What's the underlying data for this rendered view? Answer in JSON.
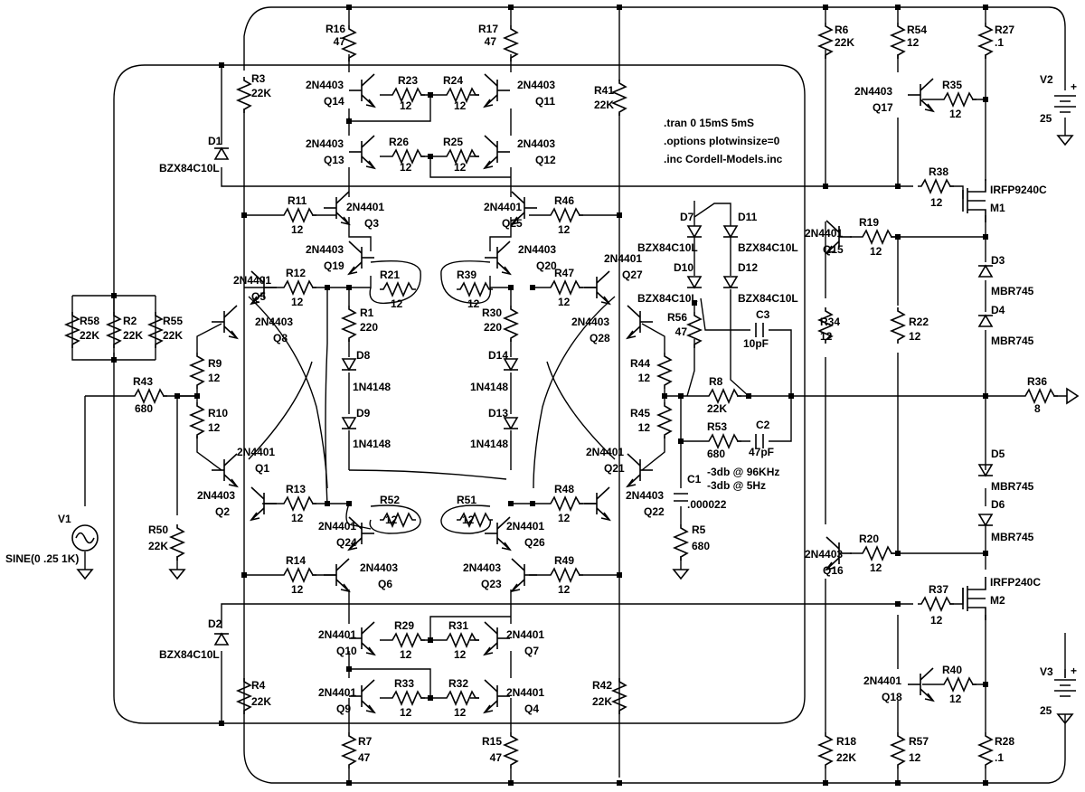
{
  "directives": [
    ".tran 0 15mS 5mS",
    ".options plotwinsize=0",
    ".inc Cordell-Models.inc"
  ],
  "notes": [
    "-3db @ 96KHz",
    "-3db @ 5Hz"
  ],
  "resistors": {
    "R16": [
      "R16",
      "47"
    ],
    "R17": [
      "R17",
      "47"
    ],
    "R3": [
      "R3",
      "22K"
    ],
    "R23": [
      "R23",
      "12"
    ],
    "R24": [
      "R24",
      "12"
    ],
    "R26": [
      "R26",
      "12"
    ],
    "R25": [
      "R25",
      "12"
    ],
    "R41": [
      "R41",
      "22K"
    ],
    "R6": [
      "R6",
      "22K"
    ],
    "R54": [
      "R54",
      "12"
    ],
    "R27": [
      "R27",
      ".1"
    ],
    "R35": [
      "R35",
      "12"
    ],
    "R38": [
      "R38",
      "12"
    ],
    "R11": [
      "R11",
      "12"
    ],
    "R46": [
      "R46",
      "12"
    ],
    "R19": [
      "R19",
      "12"
    ],
    "R12": [
      "R12",
      "12"
    ],
    "R21": [
      "R21",
      "12"
    ],
    "R39": [
      "R39",
      "12"
    ],
    "R47": [
      "R47",
      "12"
    ],
    "R1": [
      "R1",
      "220"
    ],
    "R30": [
      "R30",
      "220"
    ],
    "R56": [
      "R56",
      "47"
    ],
    "R34": [
      "R34",
      "12"
    ],
    "R22": [
      "R22",
      "12"
    ],
    "R58": [
      "R58",
      "22K"
    ],
    "R2": [
      "R2",
      "22K"
    ],
    "R55": [
      "R55",
      "22K"
    ],
    "R9": [
      "R9",
      "12"
    ],
    "R44": [
      "R44",
      "12"
    ],
    "R8": [
      "R8",
      "22K"
    ],
    "R43": [
      "R43",
      "680"
    ],
    "R10": [
      "R10",
      "12"
    ],
    "R45": [
      "R45",
      "12"
    ],
    "R53": [
      "R53",
      "680"
    ],
    "R36": [
      "R36",
      "8"
    ],
    "R13": [
      "R13",
      "12"
    ],
    "R52": [
      "R52",
      "12"
    ],
    "R51": [
      "R51",
      "12"
    ],
    "R48": [
      "R48",
      "12"
    ],
    "R50": [
      "R50",
      "22K"
    ],
    "R5": [
      "R5",
      "680"
    ],
    "R14": [
      "R14",
      "12"
    ],
    "R49": [
      "R49",
      "12"
    ],
    "R20": [
      "R20",
      "12"
    ],
    "R37": [
      "R37",
      "12"
    ],
    "R29": [
      "R29",
      "12"
    ],
    "R31": [
      "R31",
      "12"
    ],
    "R4": [
      "R4",
      "22K"
    ],
    "R33": [
      "R33",
      "12"
    ],
    "R32": [
      "R32",
      "12"
    ],
    "R42": [
      "R42",
      "22K"
    ],
    "R40": [
      "R40",
      "12"
    ],
    "R7": [
      "R7",
      "47"
    ],
    "R15": [
      "R15",
      "47"
    ],
    "R18": [
      "R18",
      "22K"
    ],
    "R57": [
      "R57",
      "12"
    ],
    "R28": [
      "R28",
      ".1"
    ]
  },
  "transistors": {
    "Q14": [
      "Q14",
      "2N4403"
    ],
    "Q11": [
      "Q11",
      "2N4403"
    ],
    "Q13": [
      "Q13",
      "2N4403"
    ],
    "Q12": [
      "Q12",
      "2N4403"
    ],
    "Q17": [
      "Q17",
      "2N4403"
    ],
    "Q3": [
      "Q3",
      "2N4401"
    ],
    "Q25": [
      "Q25",
      "2N4401"
    ],
    "Q15": [
      "Q15",
      "2N4401"
    ],
    "Q19": [
      "Q19",
      "2N4403"
    ],
    "Q20": [
      "Q20",
      "2N4403"
    ],
    "Q5": [
      "Q5",
      "2N4401"
    ],
    "Q27": [
      "Q27",
      "2N4401"
    ],
    "Q8": [
      "Q8",
      "2N4403"
    ],
    "Q28": [
      "Q28",
      "2N4403"
    ],
    "Q1": [
      "Q1",
      "2N4401"
    ],
    "Q21": [
      "Q21",
      "2N4401"
    ],
    "Q2": [
      "Q2",
      "2N4403"
    ],
    "Q22": [
      "Q22",
      "2N4403"
    ],
    "Q24": [
      "Q24",
      "2N4401"
    ],
    "Q26": [
      "Q26",
      "2N4401"
    ],
    "Q6": [
      "Q6",
      "2N4403"
    ],
    "Q23": [
      "Q23",
      "2N4403"
    ],
    "Q16": [
      "Q16",
      "2N4403"
    ],
    "Q10": [
      "Q10",
      "2N4401"
    ],
    "Q7": [
      "Q7",
      "2N4401"
    ],
    "Q9": [
      "Q9",
      "2N4401"
    ],
    "Q4": [
      "Q4",
      "2N4401"
    ],
    "Q18": [
      "Q18",
      "2N4401"
    ]
  },
  "mosfets": {
    "M1": [
      "M1",
      "IRFP9240C"
    ],
    "M2": [
      "M2",
      "IRFP240C"
    ]
  },
  "diodes": {
    "D1": [
      "D1",
      "BZX84C10L"
    ],
    "D2": [
      "D2",
      "BZX84C10L"
    ],
    "D7": [
      "D7",
      "BZX84C10L"
    ],
    "D11": [
      "D11",
      "BZX84C10L"
    ],
    "D10": [
      "D10",
      "BZX84C10L"
    ],
    "D12": [
      "D12",
      "BZX84C10L"
    ],
    "D3": [
      "D3",
      "MBR745"
    ],
    "D4": [
      "D4",
      "MBR745"
    ],
    "D5": [
      "D5",
      "MBR745"
    ],
    "D6": [
      "D6",
      "MBR745"
    ],
    "D8": [
      "D8",
      "1N4148"
    ],
    "D9": [
      "D9",
      "1N4148"
    ],
    "D14": [
      "D14",
      "1N4148"
    ],
    "D13": [
      "D13",
      "1N4148"
    ]
  },
  "capacitors": {
    "C3": [
      "C3",
      "10pF"
    ],
    "C2": [
      "C2",
      "47pF"
    ],
    "C1": [
      "C1",
      ".000022"
    ]
  },
  "sources": {
    "V2": [
      "V2",
      "25"
    ],
    "V3": [
      "V3",
      "25"
    ],
    "V1": [
      "V1",
      "SINE(0 .25 1K)"
    ]
  }
}
